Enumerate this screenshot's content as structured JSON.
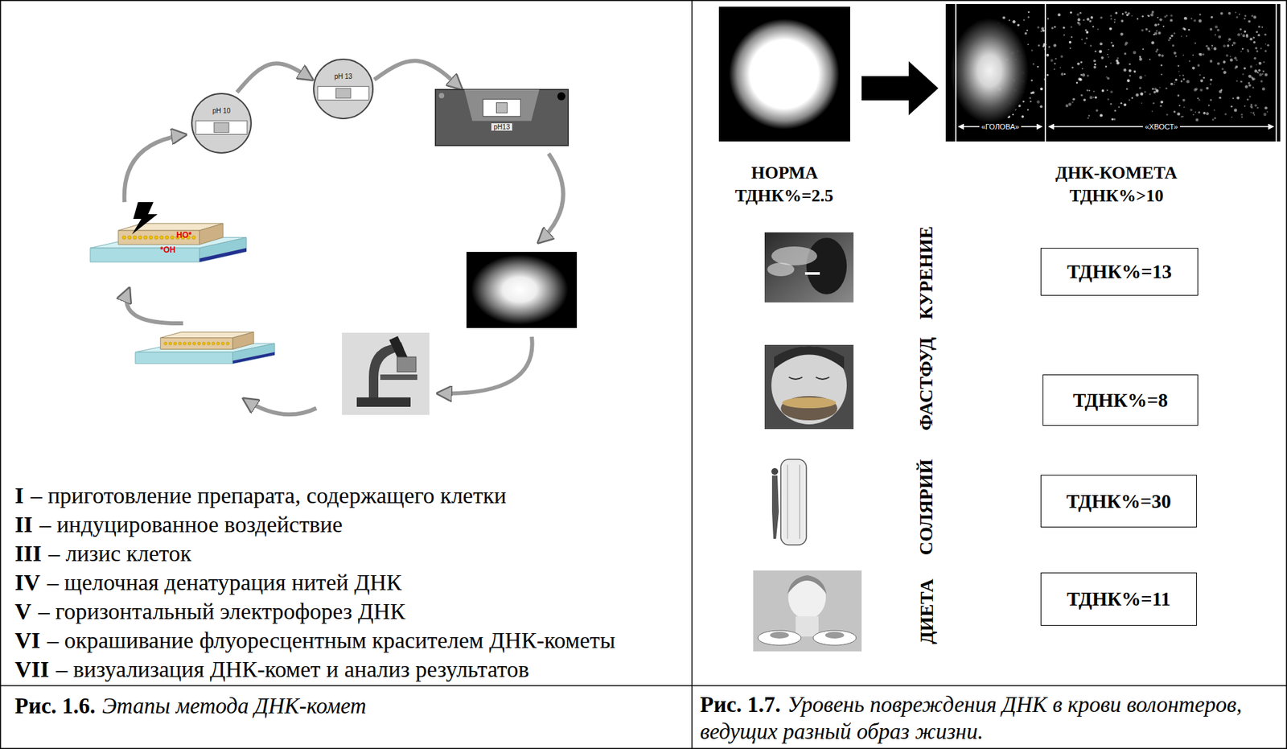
{
  "diagram": {
    "nodes": [
      {
        "text": [
          "pH 10"
        ]
      },
      {
        "text": [
          "pH 13"
        ]
      },
      {
        "text": [
          "pH13"
        ]
      },
      {
        "text": [
          "ТДНК%=13"
        ]
      },
      {
        "text": [
          "ТДНК%=8"
        ]
      },
      {
        "text": [
          "ТДНК%=30"
        ]
      },
      {
        "text": [
          "ТДНК%=11"
        ]
      }
    ],
    "edges": [
      {
        "from": 0,
        "to": 1,
        "arrow": "to"
      },
      {
        "from": 1,
        "to": 2,
        "arrow": "to"
      }
    ],
    "labels": [
      "HO*",
      "*OH",
      "I",
      "– приготовление препарата, содержащего клетки",
      "II",
      "– индуцированное воздействие",
      "III",
      "– лизис клеток",
      "IV",
      "– щелочная денатурация нитей ДНК",
      "V",
      "– горизонтальный электрофорез ДНК",
      "VI",
      "– окрашивание флуоресцентным красителем ДНК-кометы",
      "VII",
      "– визуализация ДНК-комет и анализ результатов",
      "«ГОЛОВА»",
      "«ХВОСТ»",
      "НОРМА",
      "ТДНК%=2.5",
      "ДНК-КОМЕТА",
      "ТДНК%>10",
      "КУРЕНИЕ",
      "ФАСТФУД",
      "СОЛЯРИЙ",
      "ДИЕТА",
      "Рис. 1.6.",
      "Этапы метода ДНК-комет",
      "Рис. 1.7.",
      "Уровень повреждения ДНК в крови волонтеров, ведущих разный образ жизни."
    ]
  }
}
